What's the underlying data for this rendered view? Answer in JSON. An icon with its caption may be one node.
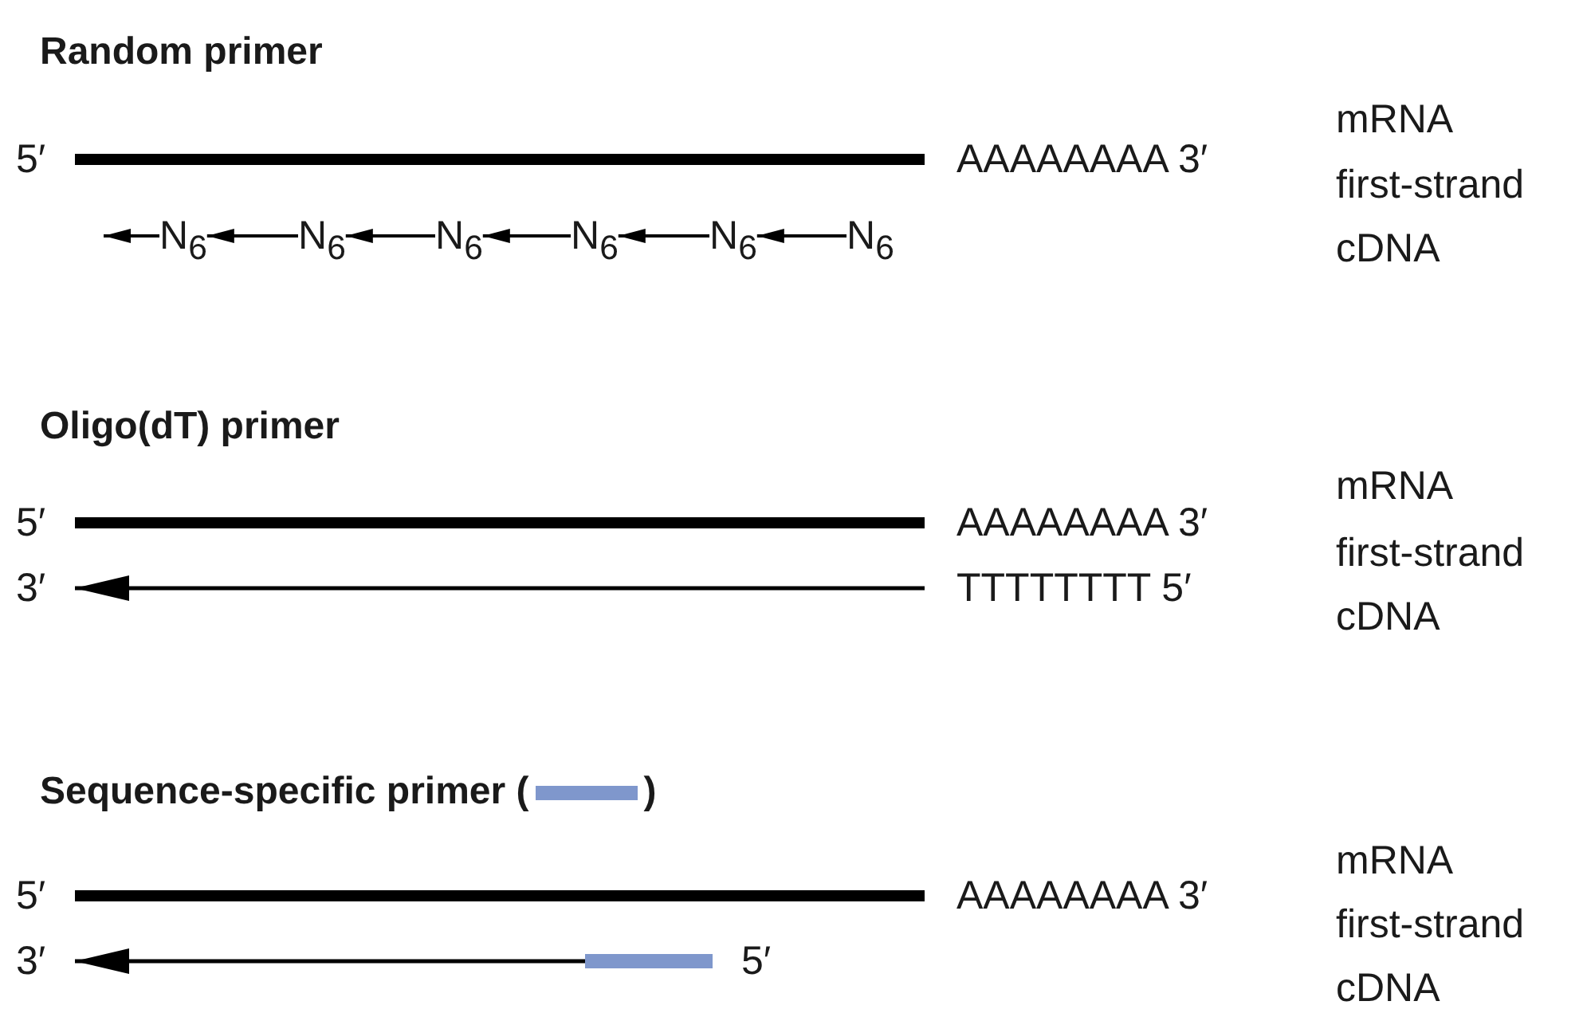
{
  "diagram": {
    "nodes": [
      {
        "text": [
          "5′"
        ]
      },
      {
        "text": [
          "AAAAAAAA 3′"
        ]
      },
      {
        "text": [
          "N$_{6}$"
        ]
      },
      {
        "text": [
          "N$_{6}$"
        ]
      },
      {
        "text": [
          "N$_{6}$"
        ]
      },
      {
        "text": [
          "N$_{6}$"
        ]
      },
      {
        "text": [
          "N$_{6}$"
        ]
      },
      {
        "text": [
          "N$_{6}$"
        ]
      },
      {
        "text": [
          "5′"
        ]
      },
      {
        "text": [
          "AAAAAAAA 3′"
        ]
      },
      {
        "text": [
          "3′"
        ]
      },
      {
        "text": [
          "TTTTTTTT 5′"
        ]
      },
      {
        "text": [
          "5′"
        ]
      },
      {
        "text": [
          "AAAAAAAA 3′"
        ]
      },
      {
        "text": [
          "3′"
        ]
      },
      {
        "text": [],
        "shape": "bar",
        "beside": [
          "5′"
        ]
      }
    ],
    "edges": [
      {
        "from": 0,
        "to": 1,
        "arrow": "none",
        "style": "thick"
      },
      {
        "from": 2,
        "to": null,
        "arrow": "to"
      },
      {
        "from": 3,
        "to": 2,
        "arrow": "to"
      },
      {
        "from": 4,
        "to": 3,
        "arrow": "to"
      },
      {
        "from": 5,
        "to": 4,
        "arrow": "to"
      },
      {
        "from": 6,
        "to": 5,
        "arrow": "to"
      },
      {
        "from": 7,
        "to": 6,
        "arrow": "to"
      },
      {
        "from": 8,
        "to": 9,
        "arrow": "none",
        "style": "thick"
      },
      {
        "from": 11,
        "to": 10,
        "arrow": "to"
      },
      {
        "from": 12,
        "to": 13,
        "arrow": "none",
        "style": "thick"
      },
      {
        "from": 15,
        "to": 14,
        "arrow": "to"
      }
    ],
    "labels": [
      "Random primer",
      "mRNA",
      "first-strand cDNA",
      "Oligo(dT) primer",
      "mRNA",
      "first-strand cDNA",
      "Sequence-specific primer (",
      ")",
      "mRNA",
      "first-strand cDNA"
    ]
  }
}
